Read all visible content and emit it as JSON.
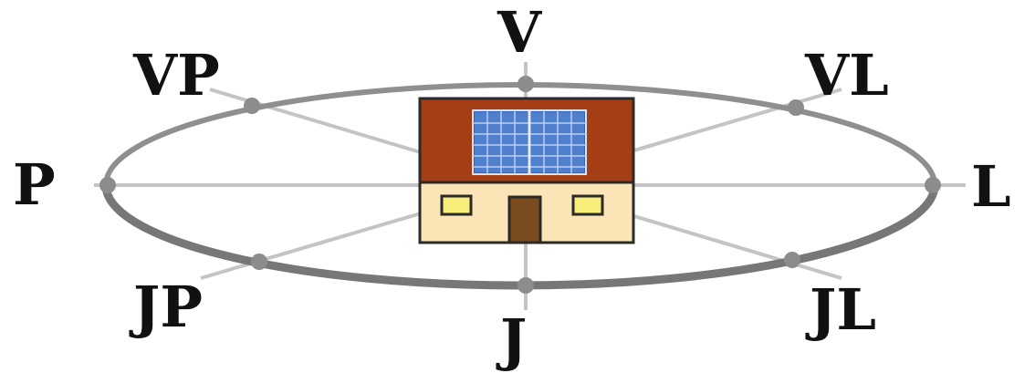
{
  "directions": {
    "north": "V",
    "northwest": "VP",
    "northeast": "VL",
    "west": "P",
    "east": "L",
    "southwest": "JP",
    "southeast": "JL",
    "south": "J"
  },
  "colors": {
    "ellipse": "#8a8a8a",
    "spokes": "#c4c4c4",
    "roof": "#a53e14",
    "wall": "#fbe4b5",
    "door": "#7a4b1e",
    "window": "#f7ee7a",
    "panel": "#3a62b5",
    "outline": "#2a2a2a",
    "labels": "#111111"
  }
}
